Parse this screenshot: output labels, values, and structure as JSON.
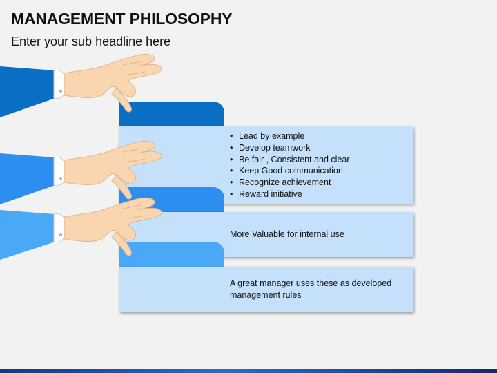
{
  "header": {
    "title": "MANAGEMENT PHILOSOPHY",
    "subtitle": "Enter your sub headline here"
  },
  "colors": {
    "tab_1": "#0a6ec4",
    "tab_2": "#2c8ff0",
    "tab_3": "#4aa9f7",
    "card": "#c5e0fb",
    "sleeve_1": "#0a6ec4",
    "sleeve_2": "#2c8ff0",
    "sleeve_3": "#4aa9f7",
    "skin": "#f9d6b0"
  },
  "steps": [
    {
      "bullets": [
        "Lead by example",
        "Develop teamwork",
        "Be fair , Consistent and clear",
        "Keep Good communication",
        "Recognize achievement",
        "Reward initiative"
      ]
    },
    {
      "text": "More Valuable for internal use"
    },
    {
      "text": "A great manager uses these as developed management rules"
    }
  ]
}
